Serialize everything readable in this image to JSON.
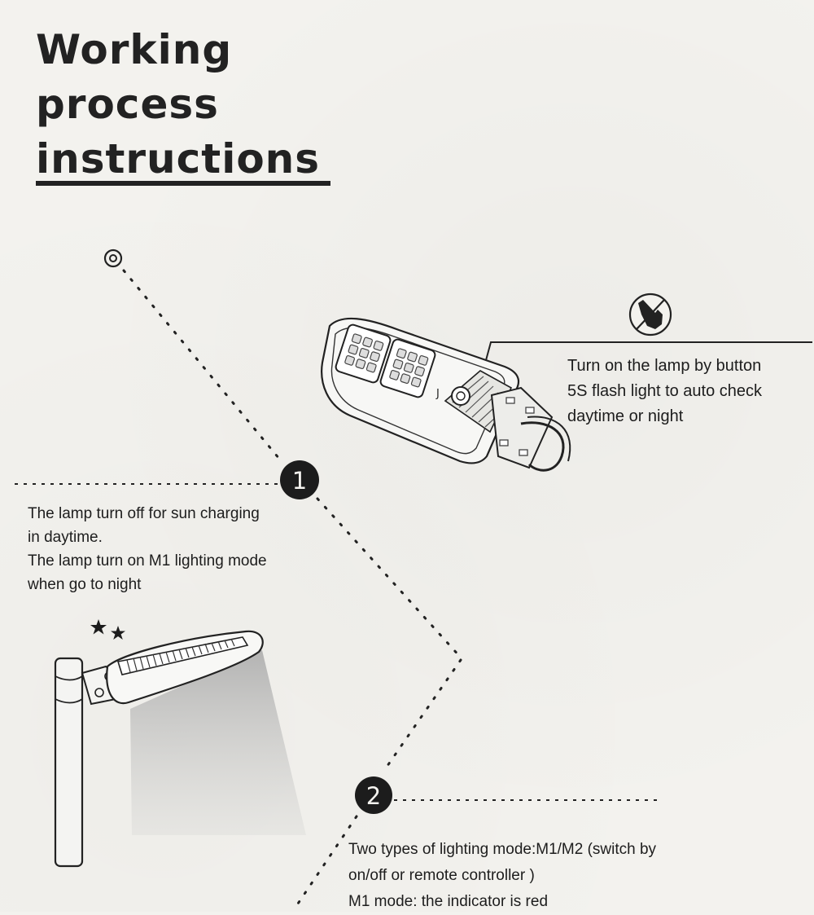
{
  "title": {
    "line1": "Working",
    "line2": "process",
    "line3": "instructions"
  },
  "button_callout": {
    "line1": "Turn on the lamp by button",
    "line2": "5S flash light to auto check",
    "line3": "daytime or night"
  },
  "step1": {
    "number": "1",
    "line1": "The lamp turn off for sun charging",
    "line2": "in daytime.",
    "line3": "The lamp turn on M1 lighting mode",
    "line4": "when go to night"
  },
  "step2": {
    "number": "2",
    "line1": "Two types of lighting mode:M1/M2 (switch by",
    "line2": "on/off or remote controller )",
    "line3": "M1 mode: the indicator is red"
  },
  "icons": [
    "target-icon",
    "hand-press-icon",
    "moon-icon",
    "star-icon"
  ],
  "colors": {
    "ink": "#1a1a1a",
    "paper": "#f3f2ee",
    "light_beam": "#b4b4b4"
  }
}
